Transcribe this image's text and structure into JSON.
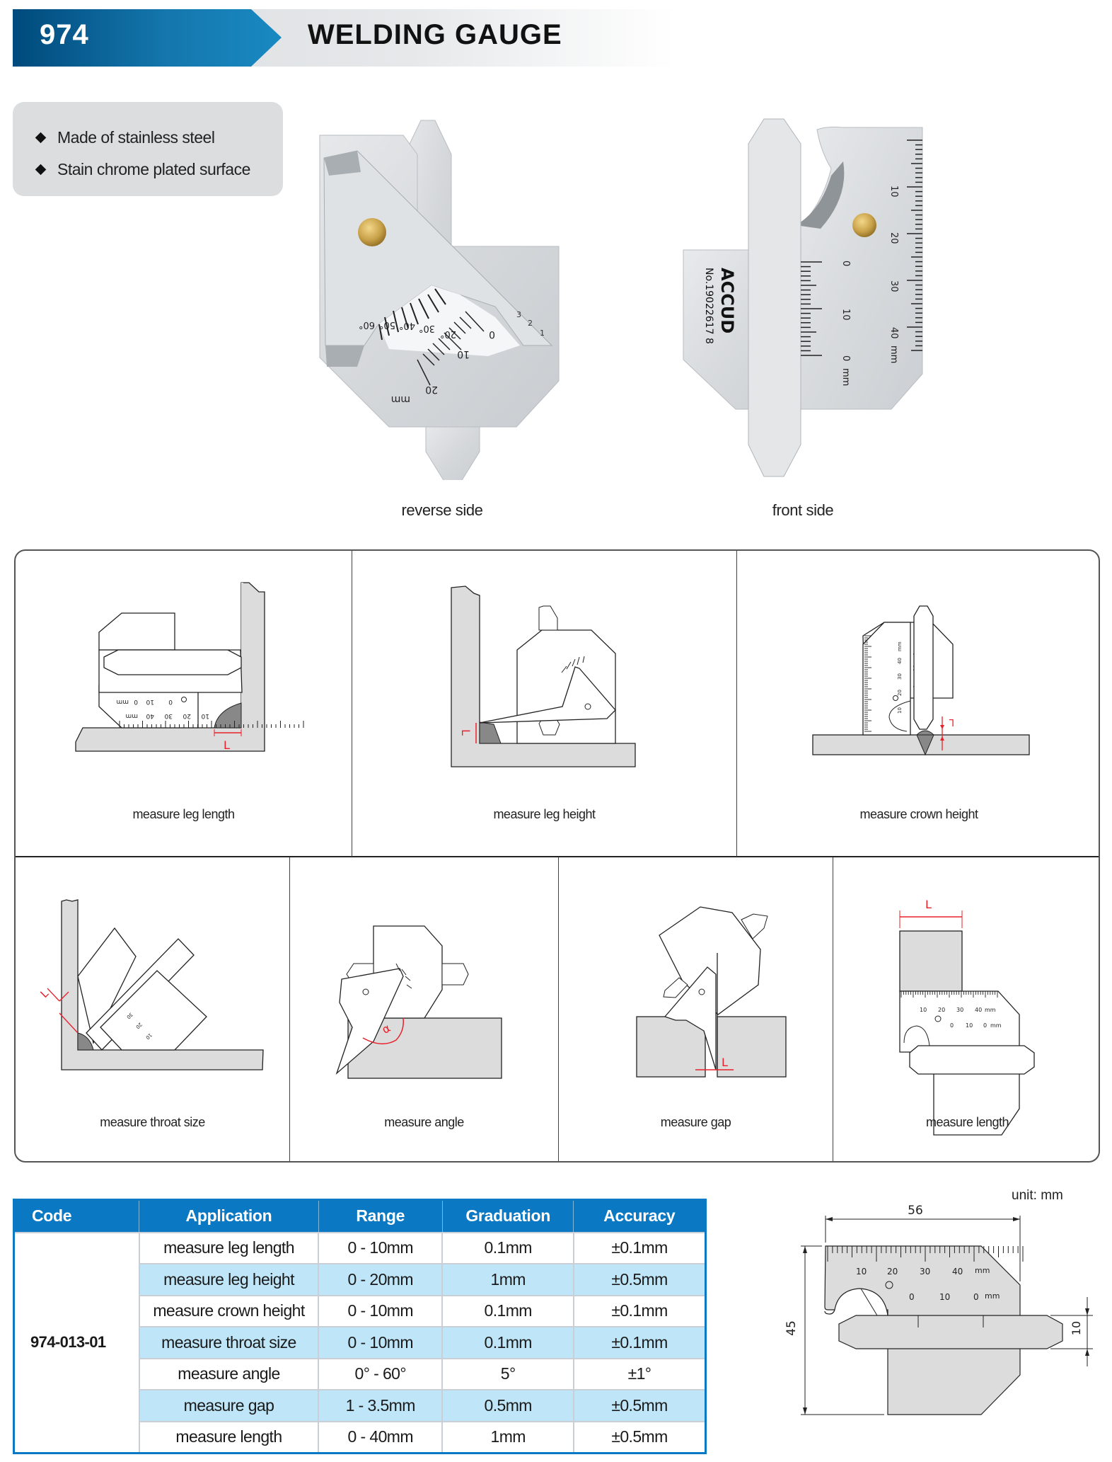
{
  "header": {
    "code": "974",
    "title": "WELDING GAUGE",
    "brand_blue": "#0a78c2"
  },
  "features": [
    "Made of stainless steel",
    "Stain chrome plated surface"
  ],
  "photos": {
    "reverse": {
      "caption": "reverse side",
      "angle_scale": [
        "20°",
        "30°",
        "40°",
        "50°",
        "60°"
      ],
      "mm_scale": [
        "0",
        "10",
        "20",
        "mm"
      ],
      "gap_scale": [
        "1",
        "2",
        "3"
      ]
    },
    "front": {
      "caption": "front side",
      "brand": "ACCUD",
      "serial": "No.19022617 8",
      "main_scale": [
        "10",
        "20",
        "30",
        "40",
        "mm"
      ],
      "height_scale": [
        "0",
        "10",
        "0",
        "mm"
      ]
    }
  },
  "applications": [
    {
      "label": "measure leg length",
      "icon": "leg-length-diagram",
      "marker": "L"
    },
    {
      "label": "measure leg height",
      "icon": "leg-height-diagram",
      "marker": "L"
    },
    {
      "label": "measure crown height",
      "icon": "crown-height-diagram",
      "marker": "L"
    },
    {
      "label": "measure throat size",
      "icon": "throat-size-diagram",
      "marker": "L"
    },
    {
      "label": "measure angle",
      "icon": "angle-diagram",
      "marker": "α"
    },
    {
      "label": "measure gap",
      "icon": "gap-diagram",
      "marker": "L"
    },
    {
      "label": "measure length",
      "icon": "length-diagram",
      "marker": "L"
    }
  ],
  "diagram_scales": {
    "main": [
      "10",
      "20",
      "30",
      "40",
      "mm"
    ],
    "vernier": [
      "0",
      "10",
      "0",
      "mm"
    ]
  },
  "spec_table": {
    "headers": [
      "Code",
      "Application",
      "Range",
      "Graduation",
      "Accuracy"
    ],
    "code": "974-013-01",
    "rows": [
      {
        "application": "measure leg length",
        "range": "0 - 10mm",
        "graduation": "0.1mm",
        "accuracy": "±0.1mm"
      },
      {
        "application": "measure leg height",
        "range": "0 - 20mm",
        "graduation": "1mm",
        "accuracy": "±0.5mm"
      },
      {
        "application": "measure crown height",
        "range": "0 - 10mm",
        "graduation": "0.1mm",
        "accuracy": "±0.1mm"
      },
      {
        "application": "measure throat size",
        "range": "0 - 10mm",
        "graduation": "0.1mm",
        "accuracy": "±0.1mm"
      },
      {
        "application": "measure angle",
        "range": "0° - 60°",
        "graduation": "5°",
        "accuracy": "±1°"
      },
      {
        "application": "measure gap",
        "range": "1 - 3.5mm",
        "graduation": "0.5mm",
        "accuracy": "±0.5mm"
      },
      {
        "application": "measure length",
        "range": "0 - 40mm",
        "graduation": "1mm",
        "accuracy": "±0.5mm"
      }
    ]
  },
  "dimensions": {
    "unit_label": "unit: mm",
    "width": "56",
    "height": "45",
    "blade": "10",
    "main_scale": [
      "10",
      "20",
      "30",
      "40",
      "mm"
    ],
    "vernier_scale": [
      "0",
      "10",
      "0",
      "mm"
    ]
  }
}
